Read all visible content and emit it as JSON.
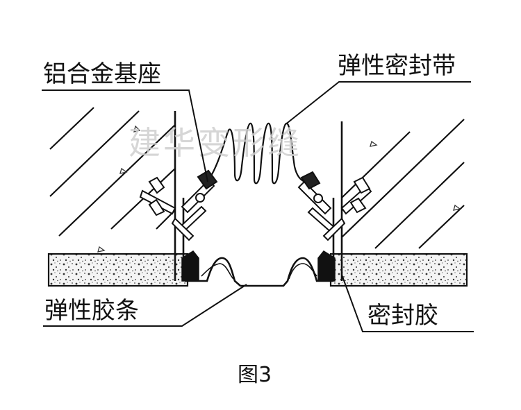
{
  "labels": {
    "aluminum_base": "铝合金基座",
    "elastic_sealing_strip": "弹性密封带",
    "elastic_rubber_strip": "弹性胶条",
    "sealant": "密封胶"
  },
  "caption": "图3",
  "watermark": "建华变形缝"
}
